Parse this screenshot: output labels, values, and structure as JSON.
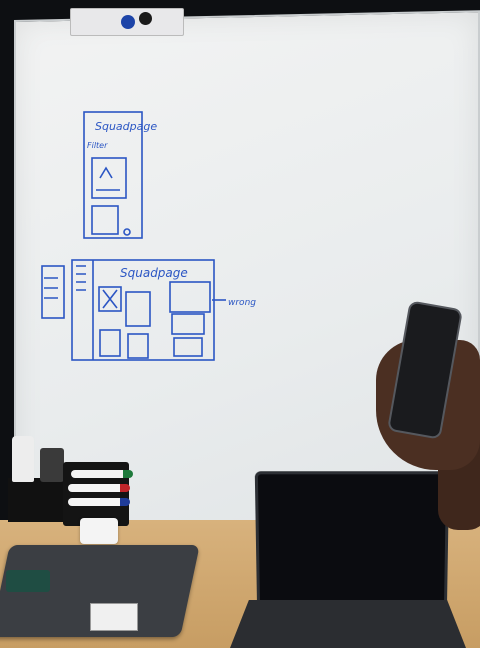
{
  "sketch": {
    "top_title": "Squadpage",
    "filter_label": "Filter",
    "main_title": "Squadpage",
    "wrong_label": "wrong"
  }
}
